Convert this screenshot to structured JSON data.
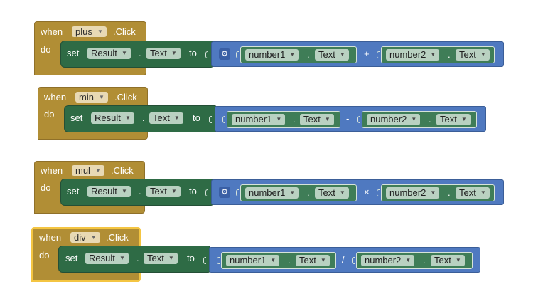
{
  "blocks": [
    {
      "when": "when",
      "component": "plus",
      "event": ".Click",
      "do": "do",
      "set": "set",
      "target": "Result",
      "prop": "Text",
      "to": "to",
      "op": "+",
      "left_comp": "number1",
      "left_prop": "Text",
      "right_comp": "number2",
      "right_prop": "Text",
      "has_gear": true
    },
    {
      "when": "when",
      "component": "min",
      "event": ".Click",
      "do": "do",
      "set": "set",
      "target": "Result",
      "prop": "Text",
      "to": "to",
      "op": "-",
      "left_comp": "number1",
      "left_prop": "Text",
      "right_comp": "number2",
      "right_prop": "Text",
      "has_gear": false
    },
    {
      "when": "when",
      "component": "mul",
      "event": ".Click",
      "do": "do",
      "set": "set",
      "target": "Result",
      "prop": "Text",
      "to": "to",
      "op": "×",
      "left_comp": "number1",
      "left_prop": "Text",
      "right_comp": "number2",
      "right_prop": "Text",
      "has_gear": true
    },
    {
      "when": "when",
      "component": "div",
      "event": ".Click",
      "do": "do",
      "set": "set",
      "target": "Result",
      "prop": "Text",
      "to": "to",
      "op": "/",
      "left_comp": "number1",
      "left_prop": "Text",
      "right_comp": "number2",
      "right_prop": "Text",
      "has_gear": false
    }
  ],
  "dropdown_arrow": "▼",
  "gear_icon": "⚙",
  "colors": {
    "event": "#b18e35",
    "set": "#2e6b45",
    "math": "#4f79c0",
    "selected_outline": "#f4c542"
  }
}
